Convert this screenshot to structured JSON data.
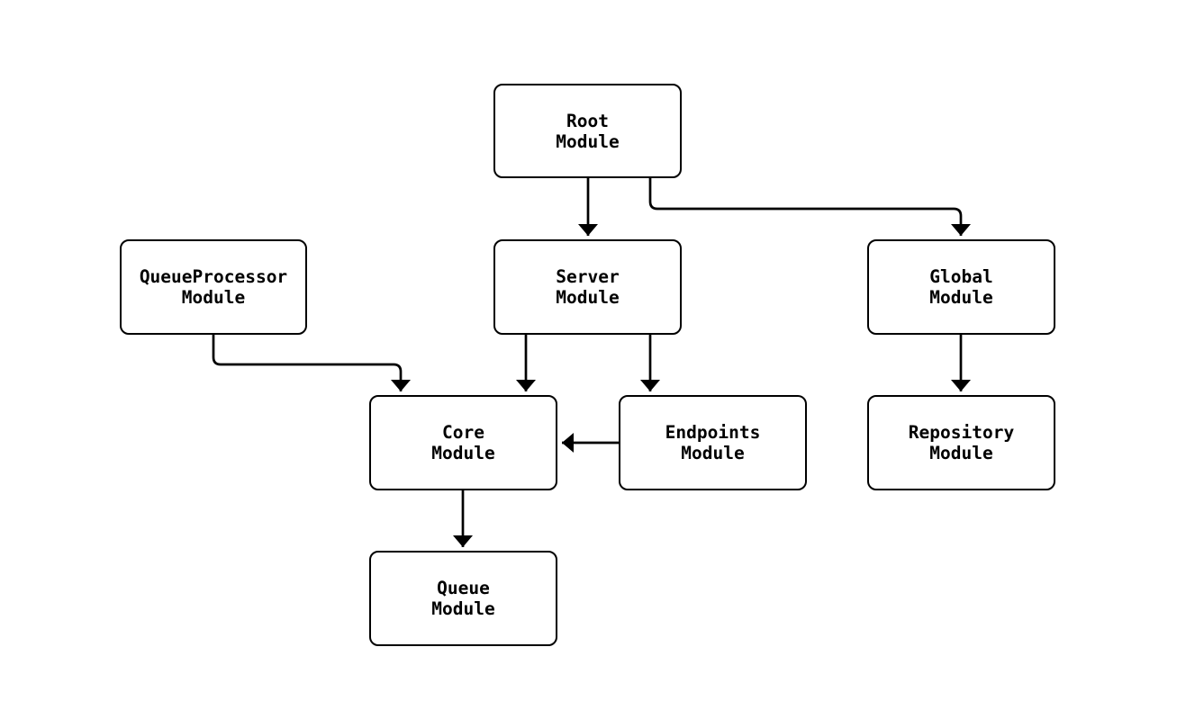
{
  "diagram": {
    "type": "flowchart",
    "background_color": "#ffffff",
    "stroke_color": "#000000",
    "node_fill_color": "#ffffff",
    "text_color": "#000000",
    "nodes": [
      {
        "id": "root",
        "label": "Root\nModule"
      },
      {
        "id": "queueprocessor",
        "label": "QueueProcessor\nModule"
      },
      {
        "id": "server",
        "label": "Server\nModule"
      },
      {
        "id": "global",
        "label": "Global\nModule"
      },
      {
        "id": "core",
        "label": "Core\nModule"
      },
      {
        "id": "endpoints",
        "label": "Endpoints\nModule"
      },
      {
        "id": "repository",
        "label": "Repository\nModule"
      },
      {
        "id": "queue",
        "label": "Queue\nModule"
      }
    ],
    "edges": [
      {
        "from": "Root Module",
        "to": "Server Module"
      },
      {
        "from": "Root Module",
        "to": "Global Module"
      },
      {
        "from": "QueueProcessor Module",
        "to": "Core Module"
      },
      {
        "from": "Server Module",
        "to": "Core Module"
      },
      {
        "from": "Server Module",
        "to": "Endpoints Module"
      },
      {
        "from": "Endpoints Module",
        "to": "Core Module"
      },
      {
        "from": "Core Module",
        "to": "Queue Module"
      },
      {
        "from": "Global Module",
        "to": "Repository Module"
      }
    ]
  }
}
